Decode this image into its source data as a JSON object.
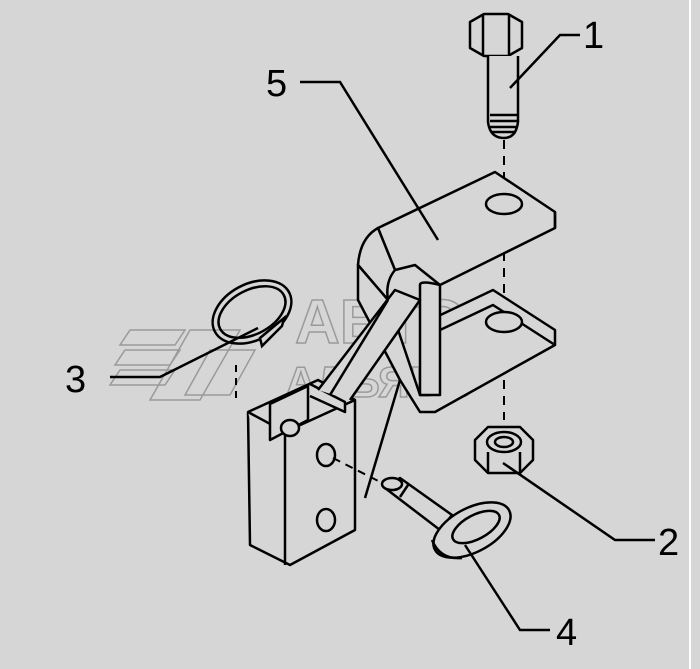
{
  "watermark": {
    "line1": "АВТО",
    "line2": "АЛЬЯНС"
  },
  "callouts": [
    {
      "id": "1",
      "label": "1"
    },
    {
      "id": "2",
      "label": "2"
    },
    {
      "id": "3",
      "label": "3"
    },
    {
      "id": "4",
      "label": "4"
    },
    {
      "id": "5",
      "label": "5"
    }
  ],
  "colors": {
    "background": "#d6d6d6",
    "part_fill": "#d6d6d6",
    "line": "#000000",
    "watermark": "#9a9a9a",
    "border": "#ffffff"
  }
}
